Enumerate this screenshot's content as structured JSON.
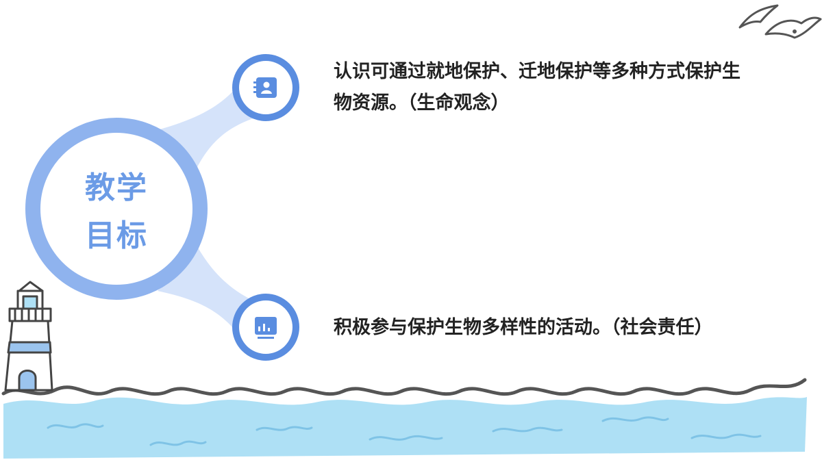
{
  "main_circle": {
    "line1": "教学",
    "line2": "目标"
  },
  "objectives": [
    {
      "icon": "contact-card-icon",
      "text": "认识可通过就地保护、迁地保护等多种方式保护生物资源。（生命观念）"
    },
    {
      "icon": "presentation-board-icon",
      "text": "积极参与保护生物多样性的活动。（社会责任）"
    }
  ],
  "colors": {
    "accent": "#6b9be6",
    "ring": "#8fb3ee",
    "connector": "#d5e3fa",
    "node_ring": "#5a8de0",
    "sea": "#aee0f5",
    "text": "#222222"
  }
}
